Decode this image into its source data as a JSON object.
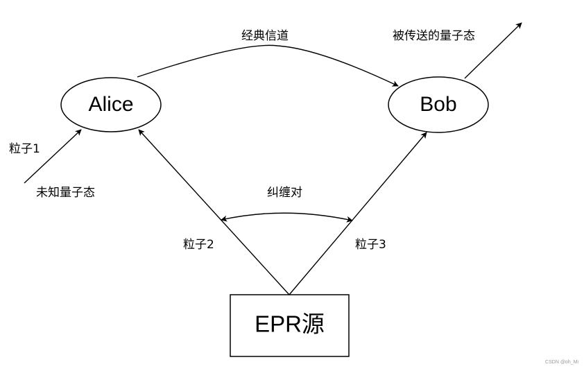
{
  "nodes": {
    "alice": "Alice",
    "bob": "Bob",
    "epr": "EPR源"
  },
  "labels": {
    "classical_channel": "经典信道",
    "teleported_state": "被传送的量子态",
    "particle1": "粒子1",
    "unknown_state": "未知量子态",
    "entangled_pair": "纠缠对",
    "particle2": "粒子2",
    "particle3": "粒子3"
  },
  "watermark": "CSDN @oh_Mi",
  "colors": {
    "stroke": "#000000",
    "background": "#ffffff"
  }
}
